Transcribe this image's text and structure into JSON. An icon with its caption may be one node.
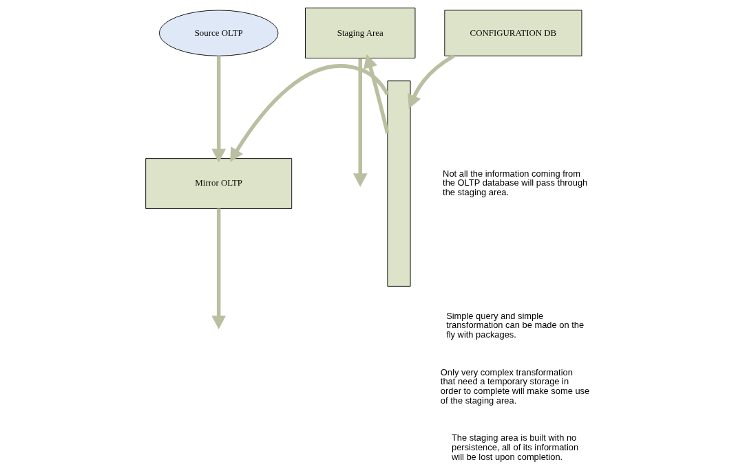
{
  "diagram": {
    "nodes": [
      {
        "text": [
          "Source OLTP"
        ]
      },
      {
        "text": [
          "Mirror OLTP"
        ]
      },
      {
        "text": [
          "Staging Area"
        ]
      },
      {
        "text": [],
        "shape": "bar"
      },
      {
        "text": [
          "CONFIGURATION DB"
        ]
      }
    ],
    "edges": [
      {
        "from": 0,
        "to": 1,
        "arrow": "to"
      },
      {
        "from": 4,
        "to": 3,
        "arrow": "to"
      },
      {
        "from": 3,
        "to": 1,
        "arrow": "to"
      },
      {
        "from": 3,
        "to": 2,
        "arrow": "to"
      },
      {
        "from": 1,
        "to": null,
        "arrow": "to"
      },
      {
        "from": 2,
        "to": null,
        "arrow": "to"
      }
    ],
    "labels": [
      "Not all the information coming from the OLTP database will pass through the staging area.",
      "Simple query and simple transformation can be made on the fly with packages.",
      "Only very complex transformation that need a temporary storage in order to complete will make some use of the staging area.",
      "The staging area is built with no persistence, all of its information will be lost upon completion."
    ]
  }
}
